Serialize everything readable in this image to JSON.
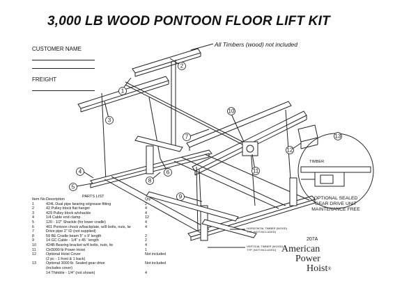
{
  "header": {
    "title": "3,000 LB WOOD PONTOON FLOOR LIFT KIT"
  },
  "form": {
    "customer_label": "CUSTOMER NAME",
    "freight_label": "FREIGHT"
  },
  "notes": {
    "timbers_note": "All Timbers (wood) not included",
    "horizontal_timber": "HORIZONTAL TIMBER (WOOD)",
    "horizontal_timber_sub": "TYP. (NOT INCLUDED)",
    "vertical_timber": "VERTICAL TIMBER (WOOD)",
    "vertical_timber_sub": "TYP. (NOT INCLUDED)"
  },
  "callouts": [
    "1",
    "2",
    "3",
    "4",
    "5",
    "6",
    "7",
    "8",
    "9",
    "10",
    "11",
    "12",
    "13"
  ],
  "gear_detail": {
    "timber_label": "TIMBER",
    "caption_line1": "OPTIONAL SEALED",
    "caption_line2": "GEAR DRIVE UNIT",
    "caption_line3": "MAINTENANCE FREE"
  },
  "parts_list": {
    "title": "PARTS LIST",
    "col_item": "Item No",
    "col_desc": "Description",
    "col_qty": "Qty",
    "rows": [
      {
        "no": "1",
        "desc": "424L Dual pipe bearing w/grease fitting",
        "qty": "2"
      },
      {
        "no": "2",
        "desc": "42 Pulley block flat hanger",
        "qty": "4"
      },
      {
        "no": "3",
        "desc": "429 Pulley block w/shackle",
        "qty": "4"
      },
      {
        "no": "4",
        "desc": "1/4  Cable end clamp",
        "qty": "12"
      },
      {
        "no": "5",
        "desc": "120 - 1/2\"  Shackle (for lower cradle)",
        "qty": "4"
      },
      {
        "no": "6",
        "desc": "401 Pontoon chock w/backplate, w/8 bolts, nuts, lw",
        "qty": "4"
      },
      {
        "no": "7",
        "desc": "Drive pipe 2\" ID (not supplied)",
        "qty": ""
      },
      {
        "no": "8",
        "desc": "59 BE Cradle beam 5\" x 9' length",
        "qty": "2"
      },
      {
        "no": "9",
        "desc": "14 GC Cable - 1/4\" x 45 ' length",
        "qty": "2"
      },
      {
        "no": "10",
        "desc": "424B Bearing bracket w/4 bolts, nuts, lw",
        "qty": "4"
      },
      {
        "no": "11",
        "desc": "CH3000 lb Power Hoist",
        "qty": "1"
      },
      {
        "no": "12",
        "desc": "Optional Hoist Cover",
        "qty": "Not included"
      },
      {
        "no": "",
        "desc": "(2 pc - 1 front & 1 back)",
        "qty": ""
      },
      {
        "no": "13",
        "desc": "Optional 3000 lb. Sealed gear drive",
        "qty": "Not included"
      },
      {
        "no": "",
        "desc": "(includes cover)",
        "qty": ""
      },
      {
        "no": "",
        "desc": "14 Thimble - 1/4\" (not shown)",
        "qty": "4"
      }
    ]
  },
  "footer": {
    "doc_number": "207A",
    "brand_line1": "American",
    "brand_line2": "Power",
    "brand_line3": "Hoist",
    "brand_mark": "®"
  }
}
